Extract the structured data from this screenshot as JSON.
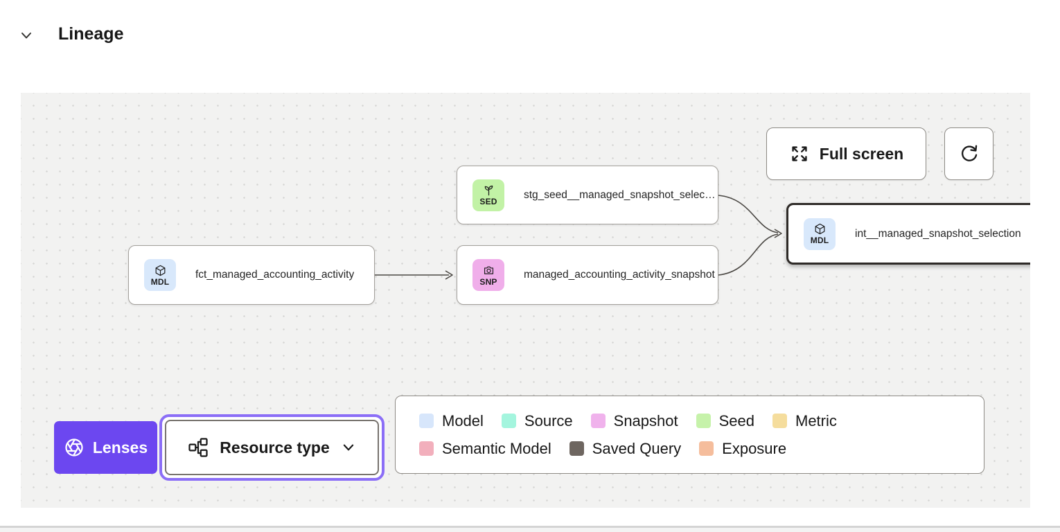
{
  "header": {
    "title": "Lineage"
  },
  "toolbar": {
    "fullscreen_label": "Full screen"
  },
  "nodes": [
    {
      "badge": "SED",
      "label": "stg_seed__managed_snapshot_selecti...",
      "badge_color": "#c2f2a6",
      "type": "seed"
    },
    {
      "badge": "MDL",
      "label": "fct_managed_accounting_activity",
      "badge_color": "#d8e8fb",
      "type": "model"
    },
    {
      "badge": "SNP",
      "label": "managed_accounting_activity_snapshot",
      "badge_color": "#f0aeea",
      "type": "snapshot"
    },
    {
      "badge": "MDL",
      "label": "int__managed_snapshot_selection",
      "badge_color": "#d8e8fb",
      "type": "model",
      "selected": true
    }
  ],
  "footer_tools": {
    "lenses_label": "Lenses",
    "resource_type_label": "Resource type",
    "accent_purple": "#6c47f0"
  },
  "legend": {
    "items": [
      {
        "label": "Model",
        "color": "#d7e6fb"
      },
      {
        "label": "Source",
        "color": "#a4f5de"
      },
      {
        "label": "Snapshot",
        "color": "#f0b2ec"
      },
      {
        "label": "Seed",
        "color": "#c6f2aa"
      },
      {
        "label": "Metric",
        "color": "#f5dd9d"
      },
      {
        "label": "Semantic Model",
        "color": "#f2afbc"
      },
      {
        "label": "Saved Query",
        "color": "#6e6660"
      },
      {
        "label": "Exposure",
        "color": "#f5bd9c"
      }
    ]
  }
}
